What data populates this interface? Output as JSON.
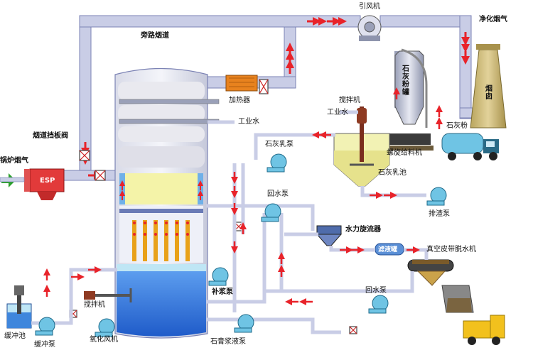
{
  "labels": {
    "fan_main": "引风机",
    "clean_gas": "净化烟气",
    "bypass": "旁路烟道",
    "damper": "烟道挡板阀",
    "boiler_gas": "锅炉烟气",
    "esp": "ESP",
    "heater": "加热器",
    "process_water_1": "工业水",
    "process_water_2": "工业水",
    "agitator_1": "搅拌机",
    "lime_milk_pump": "石灰乳泵",
    "lime_silo": "石灰粉罐",
    "chimney": "烟囱",
    "lime_powder": "石灰粉",
    "screw_feeder": "螺旋给料机",
    "lime_milk_pond": "石灰乳池",
    "return_pump_1": "回水泵",
    "discharge_pump": "排渣泵",
    "hydrocyclone": "水力旋流器",
    "filtrate_tank": "滤液罐",
    "vacuum_belt": "真空皮带脱水机",
    "makeup_pump": "补浆泵",
    "agitator_2": "搅拌机",
    "return_pump_2": "回水泵",
    "buffer_pond": "缓冲池",
    "buffer_pump": "缓冲泵",
    "oxidation_fan": "氧化风机",
    "gypsum_pump": "石膏浆液泵"
  },
  "colors": {
    "pipe": "#c9cde6",
    "pipe_edge": "#7b82b4",
    "flow_arrow": "#e8232a",
    "slurry": "#2f6fd6",
    "spray": "#e8a11a",
    "pump": "#6fc4e4",
    "esp": "#e23a3a",
    "chimney": "#cdb87a",
    "truck": "#f2c11d"
  },
  "icons": [
    "fan-icon",
    "pump-icon",
    "valve-icon",
    "agitator-icon",
    "chimney-icon",
    "truck-icon",
    "silo-icon",
    "cyclone-icon",
    "belt-filter-icon"
  ]
}
